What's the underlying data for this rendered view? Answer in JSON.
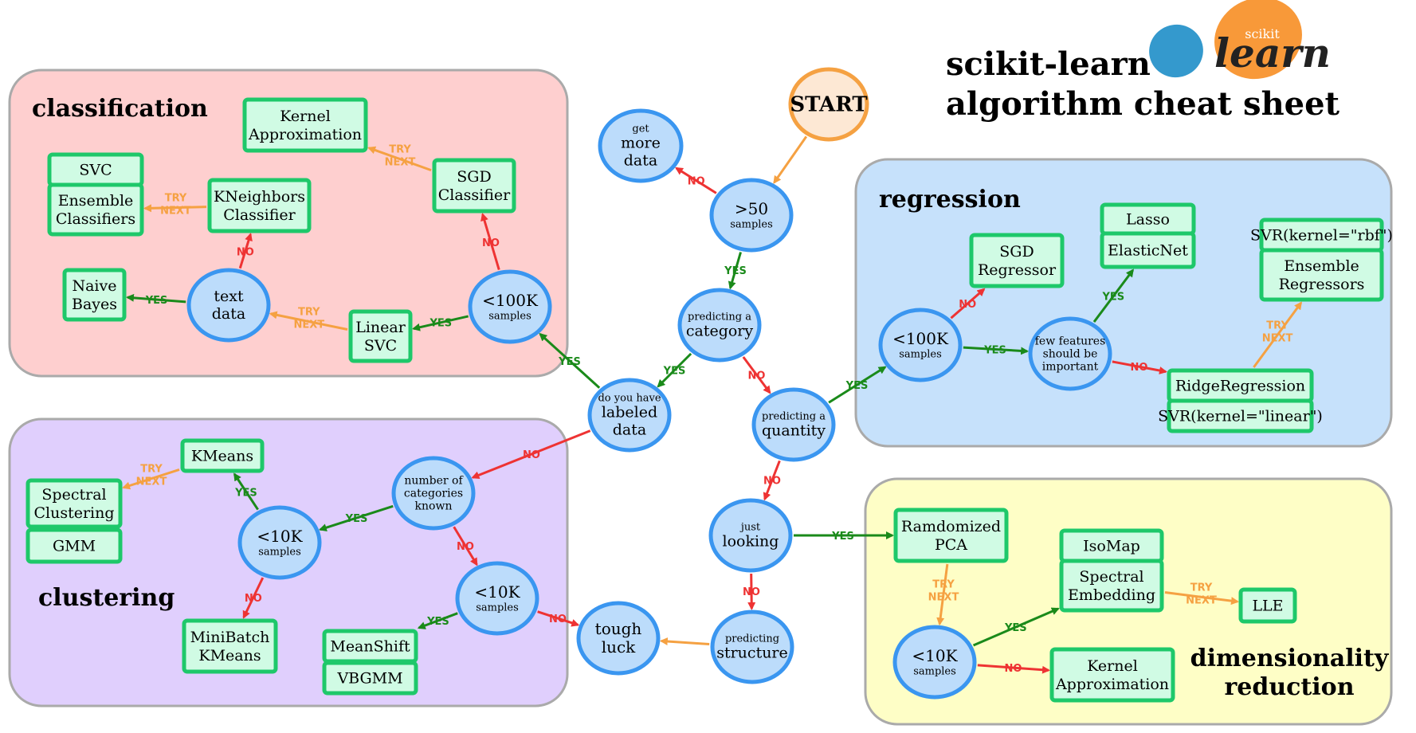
{
  "header": {
    "title_line1": "scikit-learn",
    "title_line2": "algorithm cheat sheet",
    "logo_small": "scikit",
    "logo_large": "learn"
  },
  "regions": {
    "classification": "classification",
    "regression": "regression",
    "clustering": "clustering",
    "dimred_line1": "dimensionality",
    "dimred_line2": "reduction"
  },
  "decisions": {
    "start": "START",
    "get_more_data": [
      "get",
      "more",
      "data"
    ],
    "gt50": [
      ">50",
      "samples"
    ],
    "predicting_category": [
      "predicting a",
      "category"
    ],
    "labeled_data": [
      "do you have",
      "labeled",
      "data"
    ],
    "predicting_quantity": [
      "predicting a",
      "quantity"
    ],
    "just_looking": [
      "just",
      "looking"
    ],
    "predicting_structure": [
      "predicting",
      "structure"
    ],
    "tough_luck": [
      "tough",
      "luck"
    ],
    "cls_lt100k": [
      "<100K",
      "samples"
    ],
    "text_data": [
      "text",
      "data"
    ],
    "reg_lt100k": [
      "<100K",
      "samples"
    ],
    "few_features": [
      "few features",
      "should be",
      "important"
    ],
    "num_categories": [
      "number of",
      "categories",
      "known"
    ],
    "clu_lt10k_a": [
      "<10K",
      "samples"
    ],
    "clu_lt10k_b": [
      "<10K",
      "samples"
    ],
    "dim_lt10k": [
      "<10K",
      "samples"
    ]
  },
  "algorithms": {
    "kernel_approx_cls": [
      "Kernel",
      "Approximation"
    ],
    "sgd_classifier": [
      "SGD",
      "Classifier"
    ],
    "svc": [
      "SVC"
    ],
    "ensemble_classifiers": [
      "Ensemble",
      "Classifiers"
    ],
    "kneighbors": [
      "KNeighbors",
      "Classifier"
    ],
    "naive_bayes": [
      "Naive",
      "Bayes"
    ],
    "linear_svc": [
      "Linear",
      "SVC"
    ],
    "sgd_regressor": [
      "SGD",
      "Regressor"
    ],
    "lasso": [
      "Lasso"
    ],
    "elasticnet": [
      "ElasticNet"
    ],
    "svr_rbf": [
      "SVR(kernel=\"rbf\")"
    ],
    "ensemble_regressors": [
      "Ensemble",
      "Regressors"
    ],
    "ridge": [
      "RidgeRegression"
    ],
    "svr_linear": [
      "SVR(kernel=\"linear\")"
    ],
    "kmeans": [
      "KMeans"
    ],
    "spectral_clustering": [
      "Spectral",
      "Clustering"
    ],
    "gmm": [
      "GMM"
    ],
    "minibatch": [
      "MiniBatch",
      "KMeans"
    ],
    "meanshift": [
      "MeanShift"
    ],
    "vbgmm": [
      "VBGMM"
    ],
    "randomized_pca": [
      "Ramdomized",
      "PCA"
    ],
    "isomap": [
      "IsoMap"
    ],
    "spectral_embedding": [
      "Spectral",
      "Embedding"
    ],
    "lle": [
      "LLE"
    ],
    "kernel_approx_dim": [
      "Kernel",
      "Approximation"
    ]
  },
  "edge_labels": {
    "yes": "YES",
    "no": "NO",
    "try": "TRY",
    "next": "NEXT"
  },
  "colors": {
    "yes": "#1a8a1a",
    "no": "#ee3333",
    "try_next": "#f5a142",
    "node_fill": "#bcdcfb",
    "node_stroke": "#3a96f0",
    "algo_fill": "#d0fbe4",
    "algo_stroke": "#1ec86a",
    "classification_bg": "#fecfcf",
    "regression_bg": "#c6e1fb",
    "clustering_bg": "#e0cffd",
    "dimred_bg": "#fefec6",
    "start_fill": "#fde8d4",
    "start_stroke": "#f5a142"
  }
}
